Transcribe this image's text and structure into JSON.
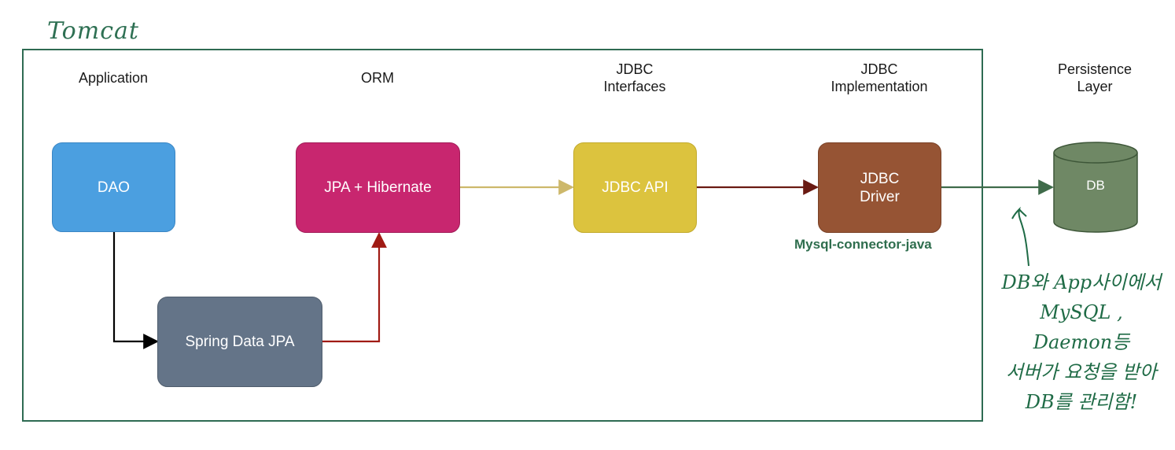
{
  "container": {
    "label": "Tomcat"
  },
  "columns": {
    "application": [
      "Application"
    ],
    "orm": [
      "ORM"
    ],
    "jdbc_interfaces": [
      "JDBC",
      "Interfaces"
    ],
    "jdbc_implementation": [
      "JDBC",
      "Implementation"
    ],
    "persistence": [
      "Persistence",
      "Layer"
    ]
  },
  "nodes": {
    "dao": {
      "label": "DAO",
      "color": "#4b9fe0"
    },
    "spring_data_jpa": {
      "label": "Spring Data JPA",
      "color": "#647488"
    },
    "jpa_hibernate": {
      "label": "JPA + Hibernate",
      "color": "#c8266f"
    },
    "jdbc_api": {
      "label": "JDBC API",
      "color": "#dcc33e"
    },
    "jdbc_driver": {
      "label_lines": [
        "JDBC",
        "Driver"
      ],
      "color": "#965434"
    },
    "db": {
      "label": "DB",
      "color": "#6f8865"
    }
  },
  "driver_caption": "Mysql-connector-java",
  "annotation": {
    "lines": [
      "DB와 App사이에서",
      "MySQL , Daemon등",
      "서버가 요청을 받아",
      "DB를 관리함!"
    ]
  },
  "edge_colors": {
    "dao_to_spring": "#000000",
    "spring_to_jpa": "#a01b14",
    "jpa_to_api": "#cdb86b",
    "api_to_driver": "#6a1a12",
    "driver_to_db": "#3f6b4a",
    "annotation_arrow": "#1f6b46"
  }
}
